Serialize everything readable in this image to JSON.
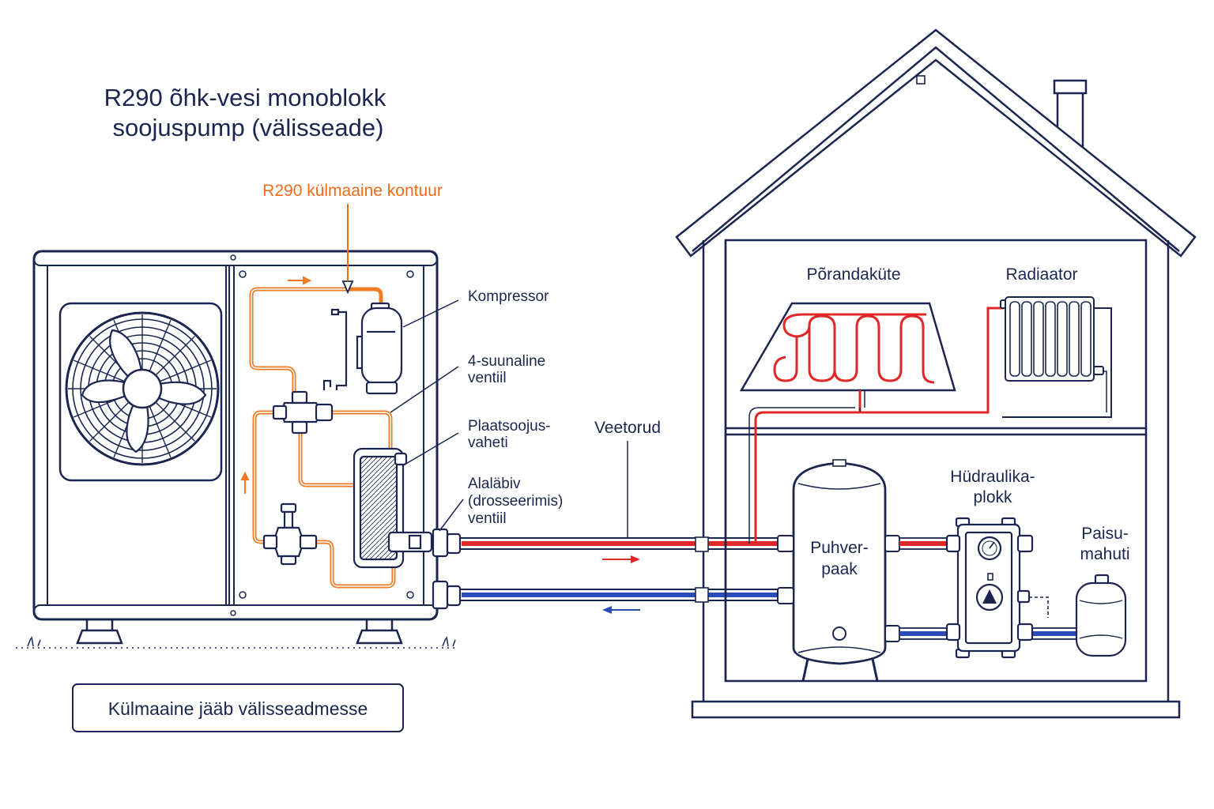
{
  "title": {
    "line1": "R290 õhk-vesi monoblokk",
    "line2": "soojuspump (välisseade)"
  },
  "refrigerant_circuit_label": "R290 külmaaine kontuur",
  "components": {
    "compressor": "Kompressor",
    "four_way_valve": [
      "4-suunaline",
      "ventiil"
    ],
    "plate_heat_exchanger": [
      "Plaatsoojus-",
      "vaheti"
    ],
    "expansion_valve": [
      "Alaläbiv",
      "(drosseerimis)",
      "ventiil"
    ]
  },
  "water_pipes_label": "Veetorud",
  "house": {
    "underfloor_heating": "Põrandaküte",
    "radiator": "Radiaator",
    "buffer_tank": [
      "Puhver-",
      "paak"
    ],
    "hydraulic_block": [
      "Hüdraulika-",
      "plokk"
    ],
    "expansion_vessel": [
      "Paisu-",
      "mahuti"
    ]
  },
  "note": "Külmaaine jääb välisseadmesse",
  "colors": {
    "outline": "#1b2550",
    "refrigerant": "#f07a22",
    "hot_water": "#e02828",
    "cold_water": "#2a4cb8"
  },
  "icons": [
    "fan-icon",
    "pressure-gauge-icon",
    "circulation-pump-icon",
    "flow-arrow-icon"
  ]
}
